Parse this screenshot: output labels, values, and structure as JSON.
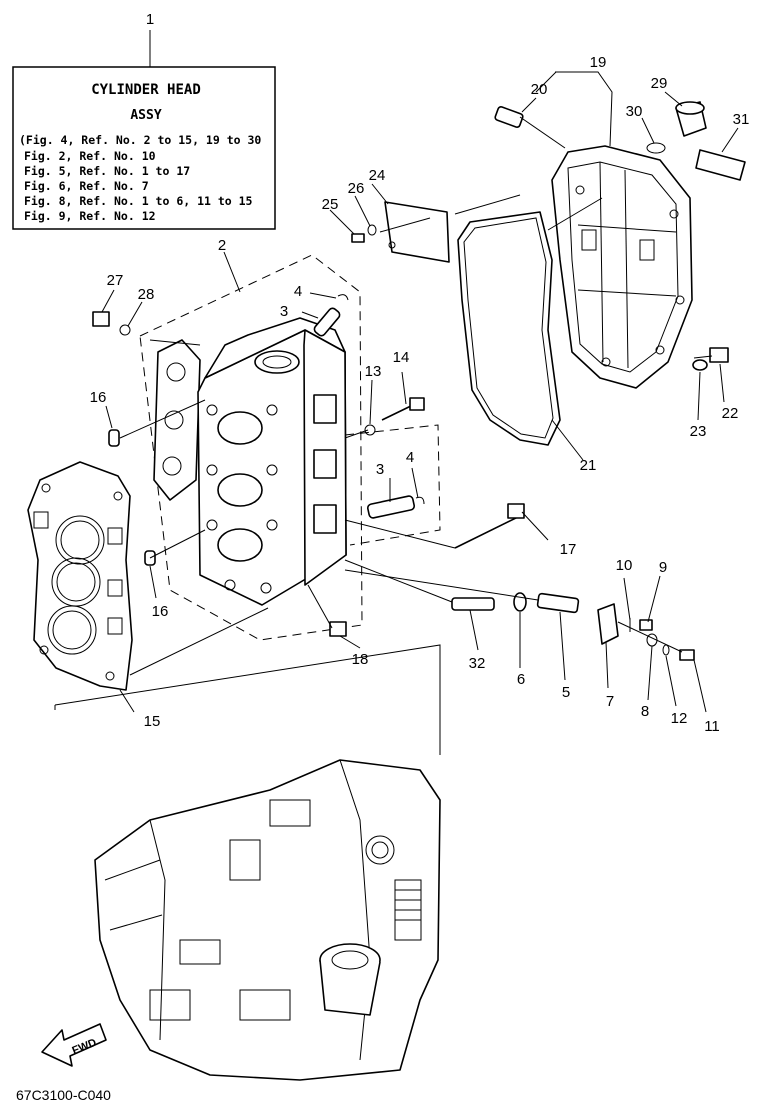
{
  "title_box": {
    "number": "1",
    "title": "CYLINDER HEAD",
    "subtitle": "ASSY",
    "refs": [
      "(Fig. 4, Ref. No. 2 to 15, 19 to 30",
      "Fig. 2, Ref. No. 10",
      "Fig. 5, Ref. No. 1 to 17",
      "Fig. 6, Ref. No. 7",
      "Fig. 8, Ref. No. 1 to 6, 11 to 15",
      "Fig. 9, Ref. No. 12"
    ]
  },
  "callouts": {
    "c2": "2",
    "c3a": "3",
    "c3b": "3",
    "c4a": "4",
    "c4b": "4",
    "c5": "5",
    "c6": "6",
    "c7": "7",
    "c8": "8",
    "c9": "9",
    "c10": "10",
    "c11": "11",
    "c12": "12",
    "c13": "13",
    "c14": "14",
    "c15": "15",
    "c16a": "16",
    "c16b": "16",
    "c17": "17",
    "c18": "18",
    "c19": "19",
    "c20": "20",
    "c21": "21",
    "c22": "22",
    "c23": "23",
    "c24": "24",
    "c25": "25",
    "c26": "26",
    "c27": "27",
    "c28": "28",
    "c29": "29",
    "c30": "30",
    "c31": "31",
    "c32": "32"
  },
  "fwd_label": "FWD",
  "diagram_code": "67C3100-C040"
}
